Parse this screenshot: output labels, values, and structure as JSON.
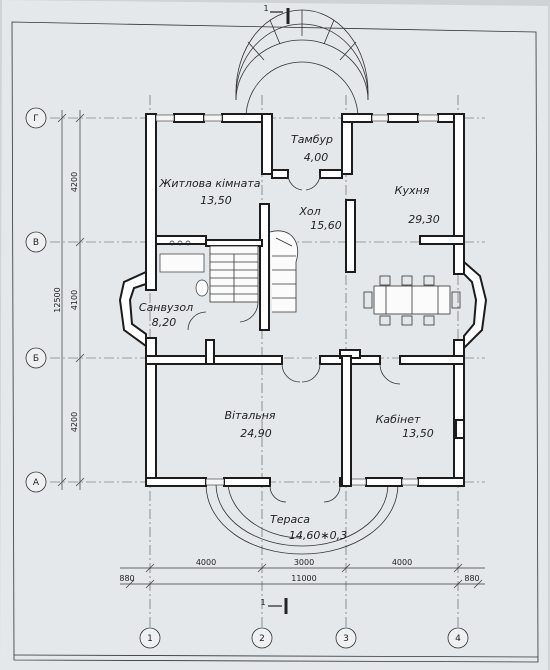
{
  "section_mark": "1",
  "grid_axes": {
    "rows": [
      "Г",
      "В",
      "Б",
      "А"
    ],
    "columns": [
      "1",
      "2",
      "3",
      "4"
    ]
  },
  "rooms": [
    {
      "name": "Тамбур",
      "area": "4,00"
    },
    {
      "name": "Житлова кімната",
      "area": "13,50"
    },
    {
      "name": "Хол",
      "area": "15,60"
    },
    {
      "name": "Кухня",
      "area": "29,30"
    },
    {
      "name": "Санвузол",
      "area": "8,20"
    },
    {
      "name": "Вітальня",
      "area": "24,90"
    },
    {
      "name": "Кабінет",
      "area": "13,50"
    },
    {
      "name": "Тераса",
      "area": "14,60∗0,3"
    }
  ],
  "dimensions": {
    "left_total": "12500",
    "left_parts": [
      "4200",
      "4100",
      "4200"
    ],
    "bottom_spans": [
      "4000",
      "3000",
      "4000"
    ],
    "bottom_total": "11000",
    "bottom_offsets": [
      "880",
      "880"
    ]
  }
}
